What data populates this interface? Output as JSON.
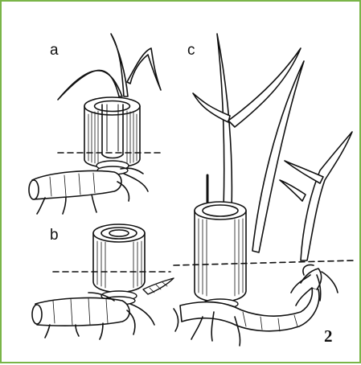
{
  "figure": {
    "panel_labels": [
      "a",
      "b",
      "c"
    ],
    "figure_number": "2",
    "colors": {
      "border": "#7ab548",
      "ink": "#111111",
      "background": "#ffffff"
    }
  }
}
